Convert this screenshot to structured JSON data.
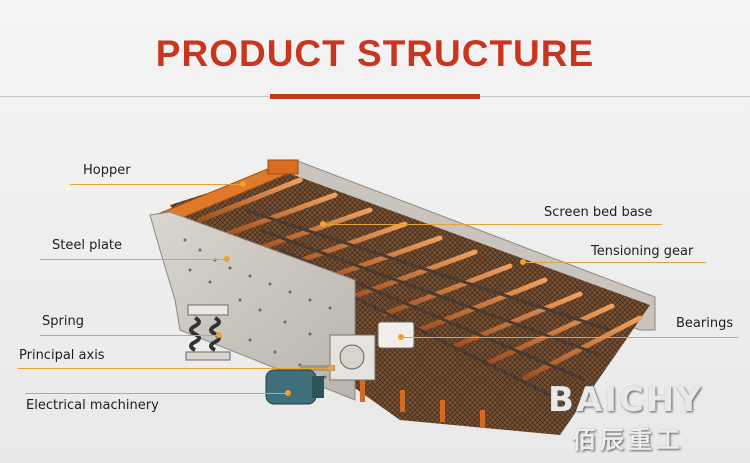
{
  "title": "PRODUCT STRUCTURE",
  "labels": {
    "hopper": "Hopper",
    "steel_plate": "Steel plate",
    "spring": "Spring",
    "principal_axis": "Principal axis",
    "electrical_machinery": "Electrical machinery",
    "screen_bed_base": "Screen bed base",
    "tensioning_gear": "Tensioning gear",
    "bearings": "Bearings"
  },
  "brand": {
    "name": "BAICHY",
    "name_cn": "佰辰重工"
  },
  "colors": {
    "title": "#c8361f",
    "leader": "#e3a23a",
    "frame": "#cfcac3",
    "hopper": "#e07a2a",
    "motor": "#3f6f7a"
  }
}
